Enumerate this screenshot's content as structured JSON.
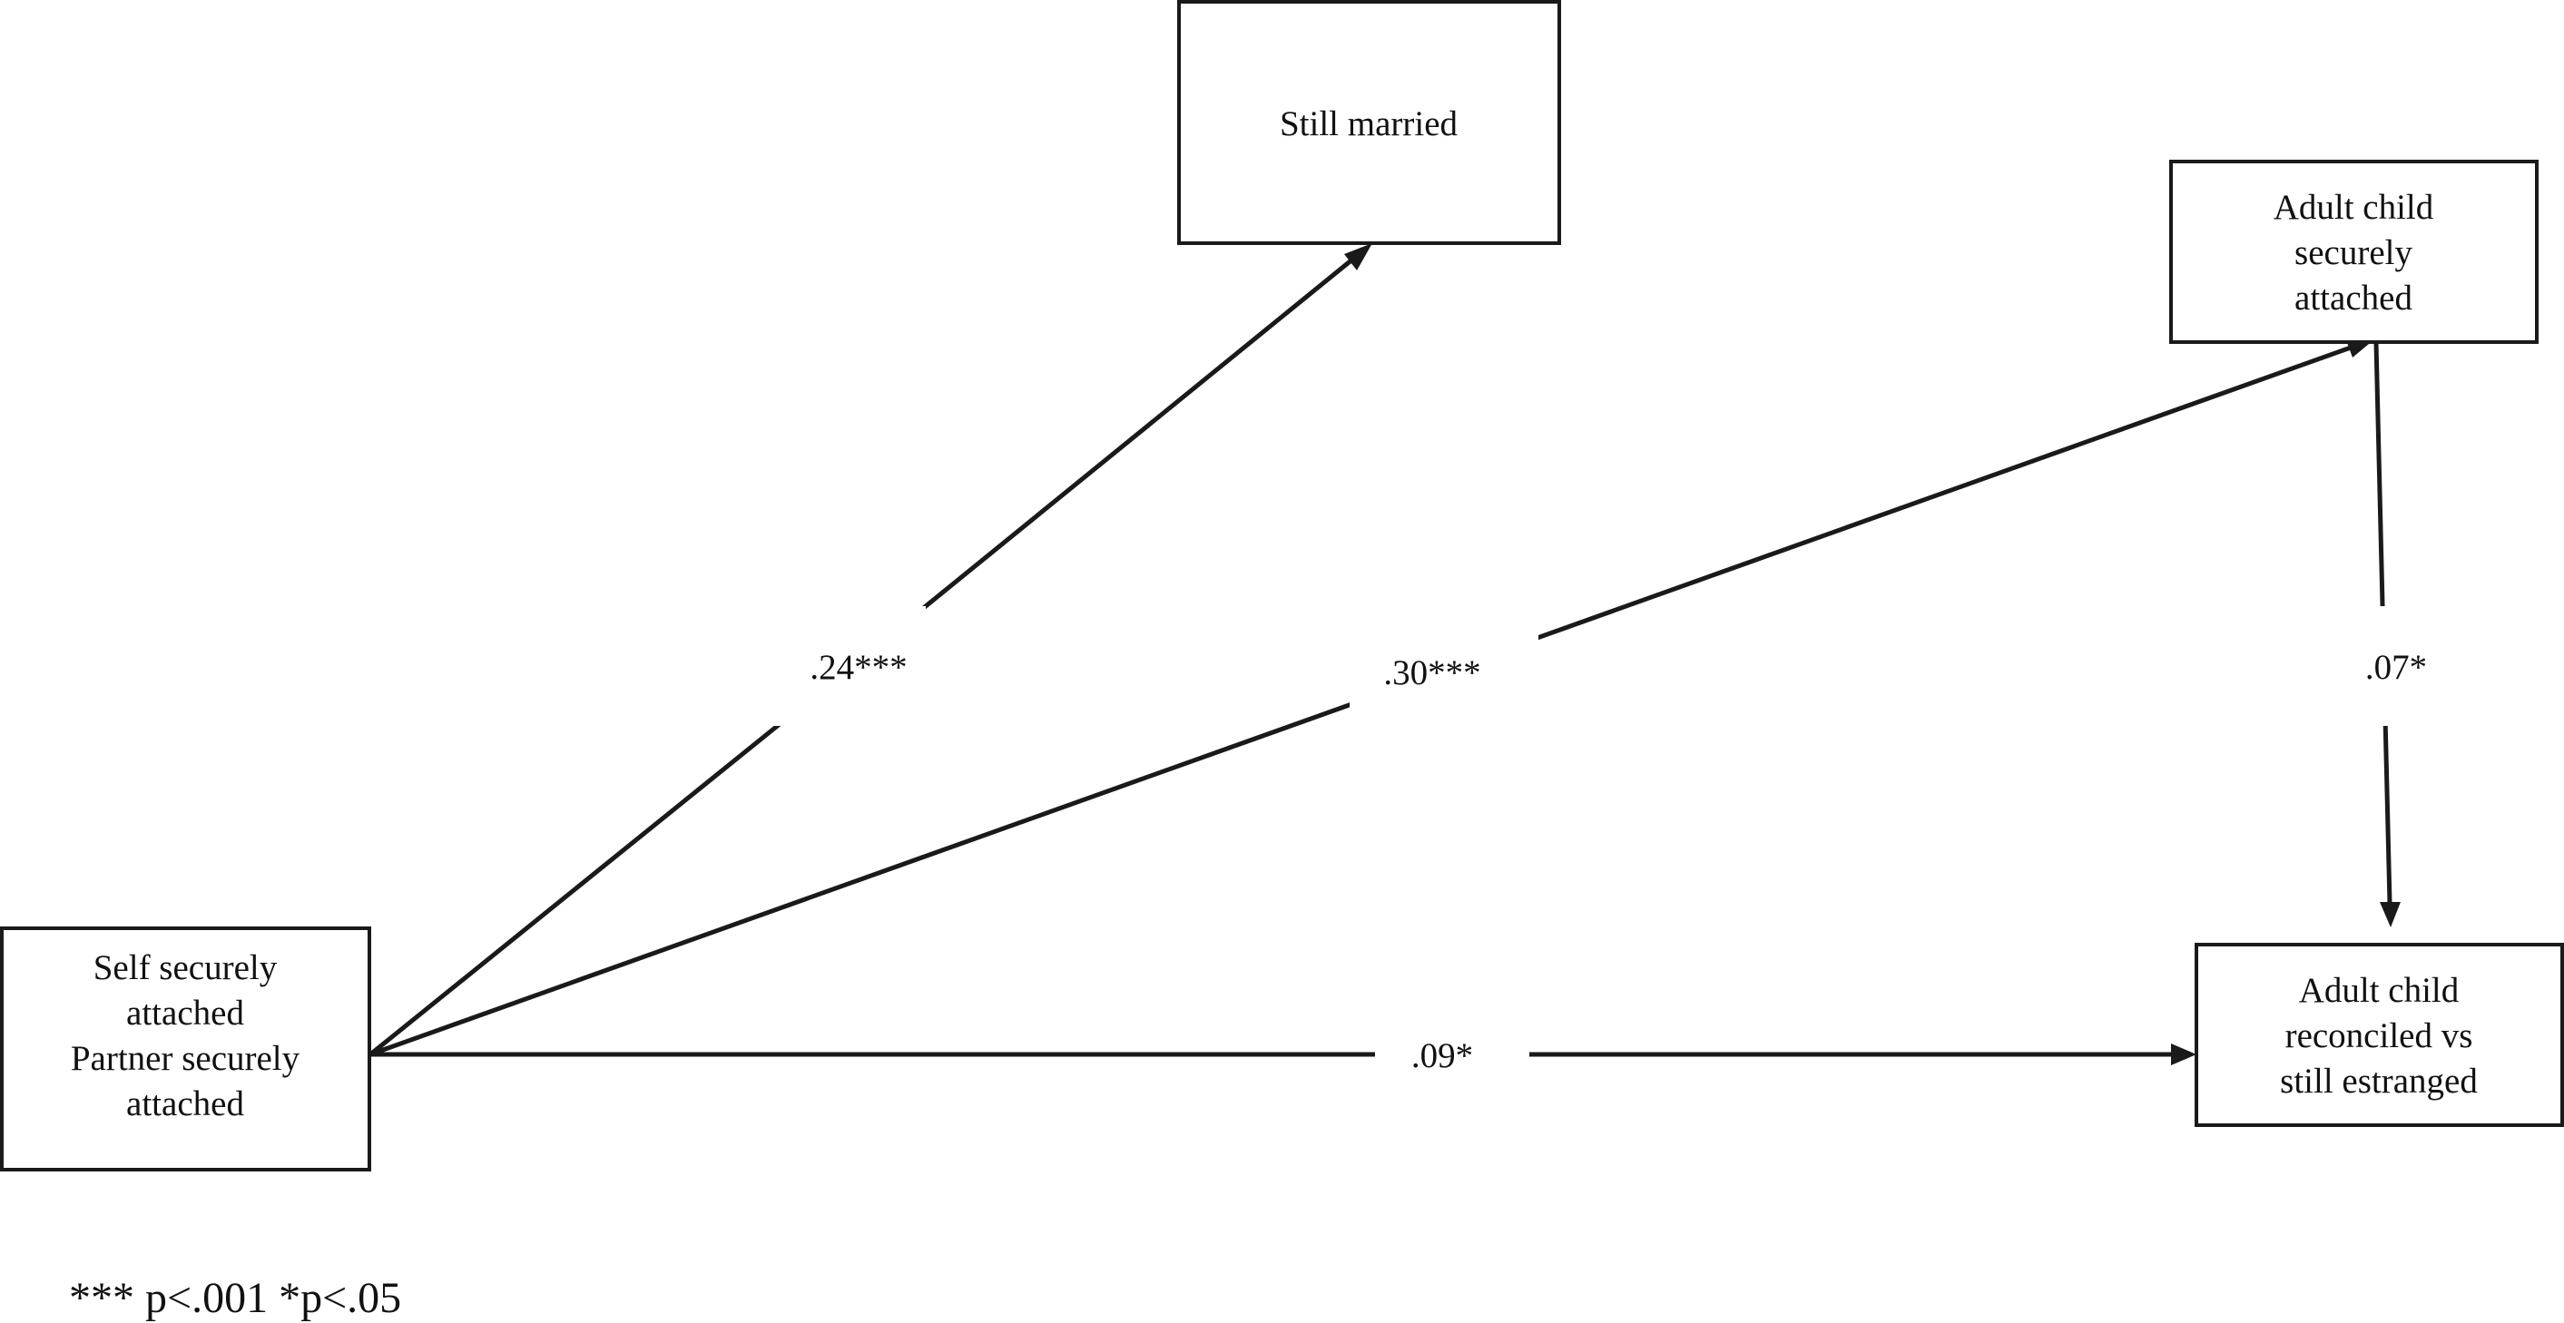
{
  "nodes": {
    "self": {
      "lines": [
        "Self securely",
        "attached",
        "Partner securely",
        "attached"
      ]
    },
    "married": {
      "lines": [
        "Still married"
      ]
    },
    "child_secure": {
      "lines": [
        "Adult child",
        "securely",
        "attached"
      ]
    },
    "reconciled": {
      "lines": [
        "Adult child",
        "reconciled vs",
        "still estranged"
      ]
    }
  },
  "edges": {
    "self_to_married": {
      "label": ".24***"
    },
    "self_to_child_secure": {
      "label": ".30***"
    },
    "child_secure_to_reconciled": {
      "label": ".07*"
    },
    "self_to_reconciled": {
      "label": ".09*"
    }
  },
  "footnote": "*** p<.001 *p<.05",
  "colors": {
    "line": "#1a1a1a",
    "background": "#ffffff",
    "text": "#111111"
  }
}
